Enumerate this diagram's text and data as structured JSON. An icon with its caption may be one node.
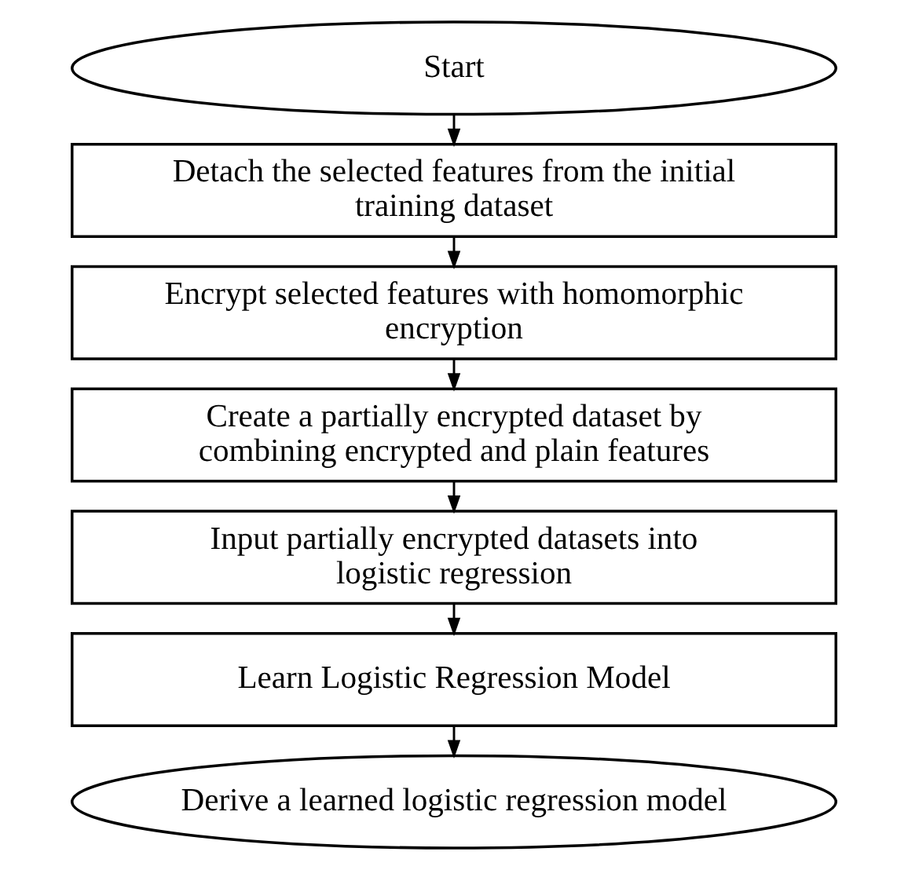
{
  "diagram": {
    "nodes": [
      {
        "text": [
          "Start"
        ]
      },
      {
        "text": [
          "Detach the selected features from the initial training dataset"
        ]
      },
      {
        "text": [
          "Encrypt selected features with homomorphic encryption"
        ]
      },
      {
        "text": [
          "Create a partially encrypted dataset by combining encrypted and plain features"
        ]
      },
      {
        "text": [
          "Input partially encrypted datasets into logistic regression"
        ]
      },
      {
        "text": [
          "Learn Logistic Regression Model"
        ]
      },
      {
        "text": [
          "Derive a learned logistic regression model"
        ]
      }
    ],
    "edges": [
      {
        "from": 0,
        "to": 1,
        "arrow": "to"
      },
      {
        "from": 1,
        "to": 2,
        "arrow": "to"
      },
      {
        "from": 2,
        "to": 3,
        "arrow": "to"
      },
      {
        "from": 3,
        "to": 4,
        "arrow": "to"
      },
      {
        "from": 4,
        "to": 5,
        "arrow": "to"
      },
      {
        "from": 5,
        "to": 6,
        "arrow": "to"
      }
    ]
  }
}
